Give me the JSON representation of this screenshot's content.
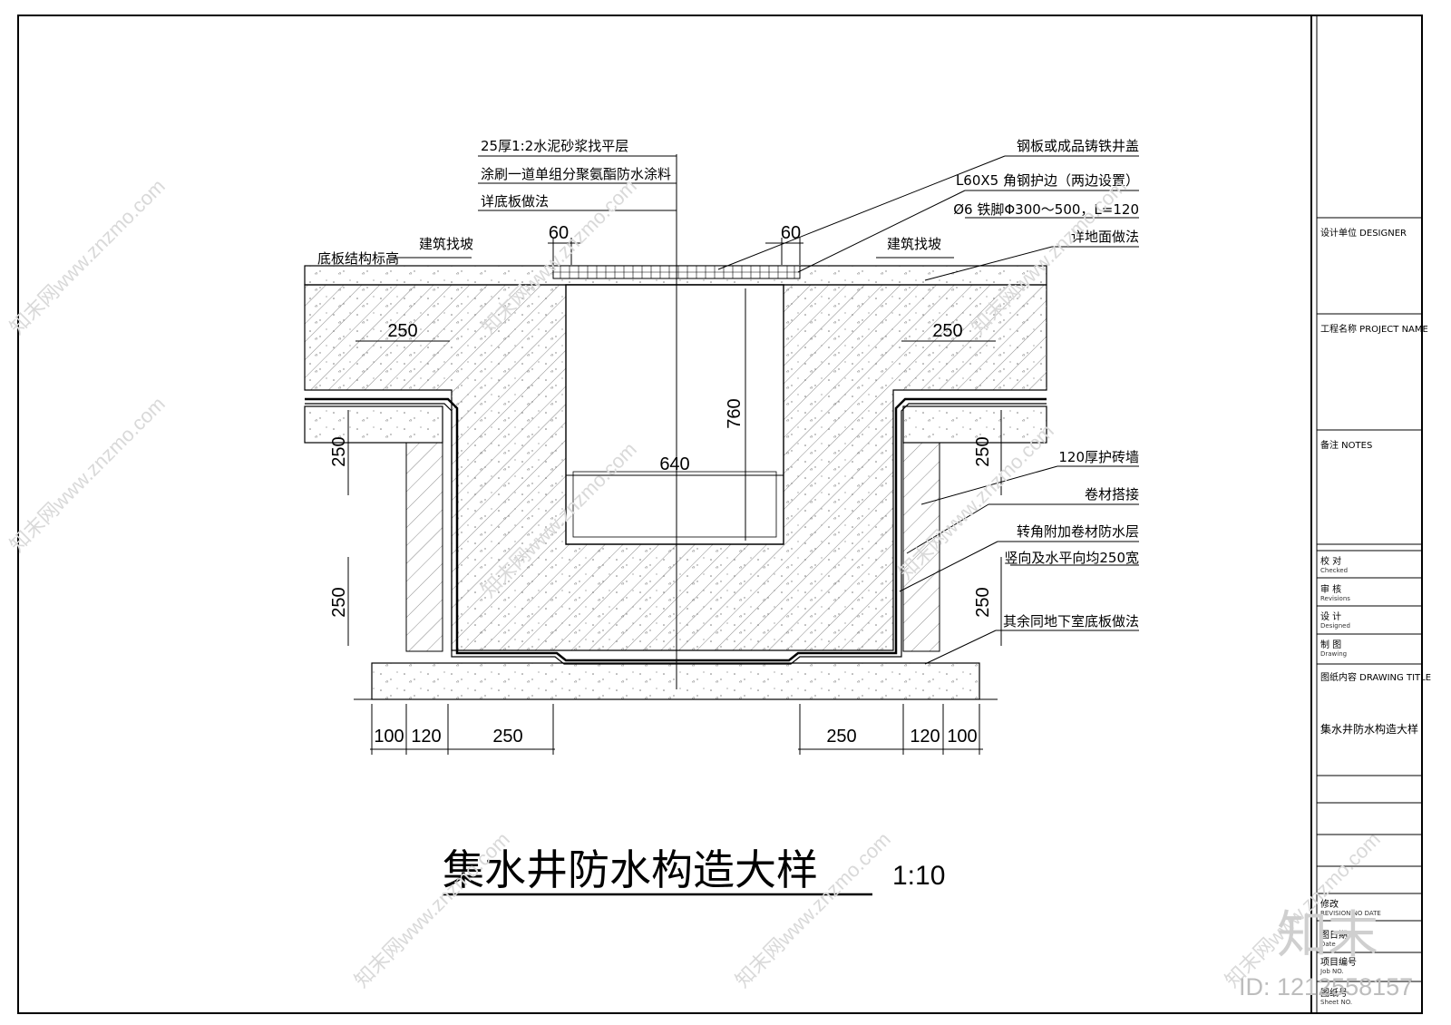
{
  "drawing": {
    "title": "集水井防水构造大样",
    "scale": "1:10",
    "labels": {
      "mortar_layer": "25厚1:2水泥砂浆找平层",
      "coating": "涂刷一道单组分聚氨酯防水涂料",
      "slab_detail": "详底板做法",
      "cover": "钢板或成品铸铁井盖",
      "angle_steel": "L60X5 角钢护边（两边设置）",
      "iron_foot": "Ø6 铁脚Φ300～500，L=120",
      "floor_detail": "详地面做法",
      "slope_left": "建筑找坡",
      "slope_right": "建筑找坡",
      "slab_level": "底板结构标高",
      "brick_wall": "120厚护砖墙",
      "membrane_lap": "卷材搭接",
      "corner_layer": "转角附加卷材防水层",
      "corner_width": "竖向及水平向均250宽",
      "rest": "其余同地下室底板做法"
    },
    "dims": {
      "cover_left": "60",
      "cover_right": "60",
      "top_left": "250",
      "top_right": "250",
      "inner_width": "640",
      "inner_depth": "760",
      "side_left_upper": "250",
      "side_left_lower": "250",
      "side_right_upper": "250",
      "side_right_lower": "250",
      "bottom_l1": "100",
      "bottom_l2": "120",
      "bottom_l3": "250",
      "bottom_r3": "250",
      "bottom_r2": "120",
      "bottom_r1": "100"
    }
  },
  "title_block": {
    "designer": "设计单位 DESIGNER",
    "project": "工程名称 PROJECT NAME",
    "notes": "备注 NOTES",
    "checked_cn": "校 对",
    "checked_en": "Checked",
    "revisions_cn": "审 核",
    "revisions_en": "Revisions",
    "designed_cn": "设 计",
    "designed_en": "Designed",
    "drawing_cn": "制 图",
    "drawing_en": "Drawing",
    "drawing_title": "图纸内容 DRAWING TITLE",
    "drawing_title_value": "集水井防水构造大样",
    "revision_cn": "修改",
    "revision_en": "REVISION NO DATE",
    "date_cn": "图日期",
    "date_en": "Date",
    "job_cn": "项目编号",
    "job_en": "Job NO.",
    "sheet_cn": "图纸号",
    "sheet_en": "Sheet NO."
  },
  "watermark": {
    "site": "知末网www.znzmo.com",
    "brand": "知末",
    "id": "ID: 1212558157"
  }
}
